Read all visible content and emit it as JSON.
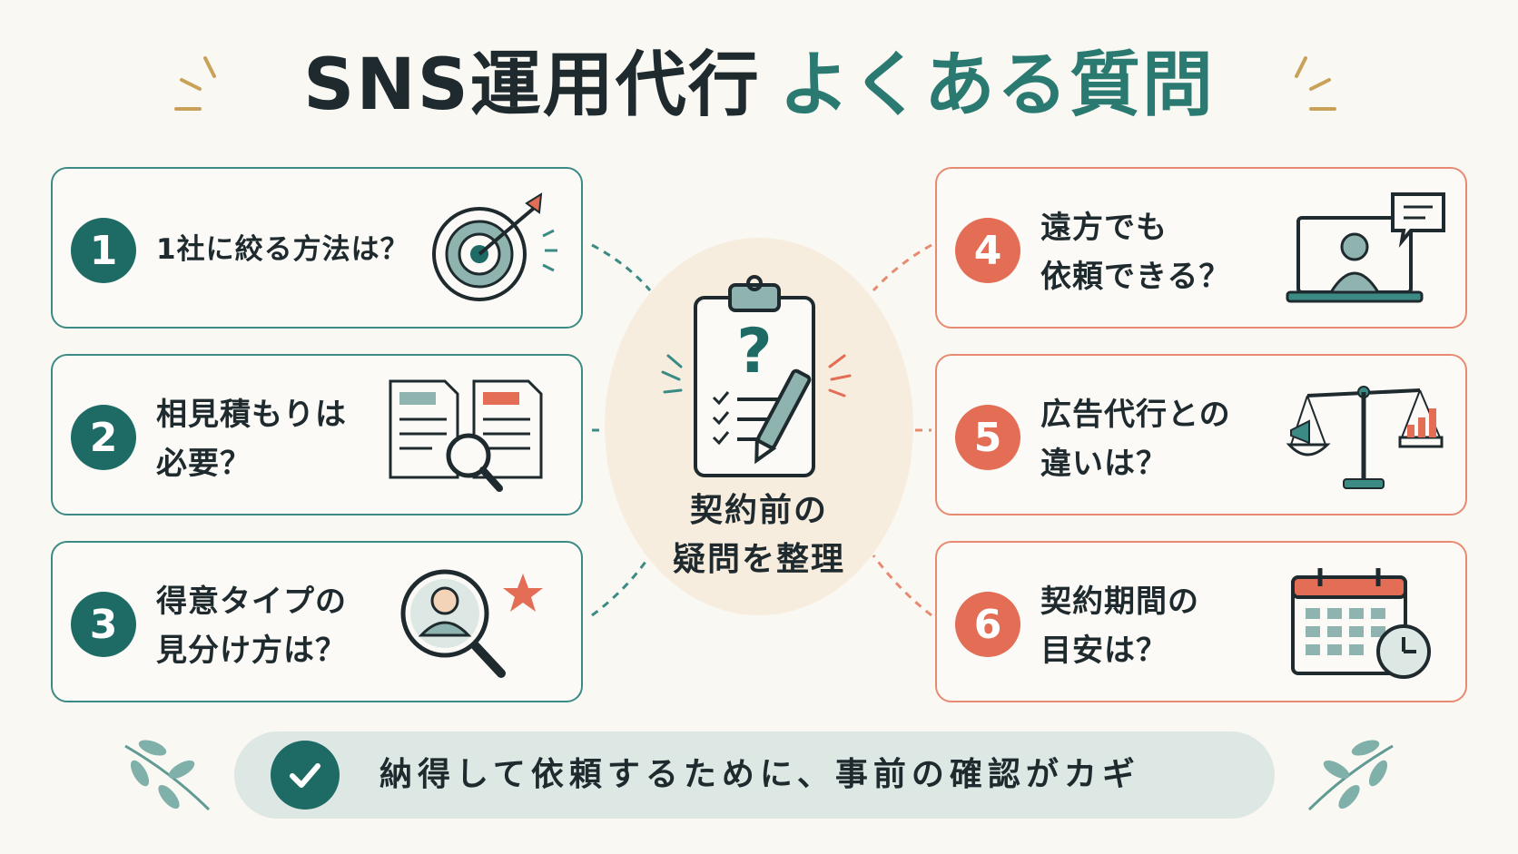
{
  "title": {
    "part1": "SNS運用代行",
    "part2": "よくある質問"
  },
  "center": {
    "line1": "契約前の",
    "line2": "疑問を整理"
  },
  "questions_left": [
    {
      "number": "1",
      "line1": "1社に絞る方法は？",
      "line2": ""
    },
    {
      "number": "2",
      "line1": "相見積もりは",
      "line2": "必要？"
    },
    {
      "number": "3",
      "line1": "得意タイプの",
      "line2": "見分け方は？"
    }
  ],
  "questions_right": [
    {
      "number": "4",
      "line1": "遠方でも",
      "line2": "依頼できる？"
    },
    {
      "number": "5",
      "line1": "広告代行との",
      "line2": "違いは？"
    },
    {
      "number": "6",
      "line1": "契約期間の",
      "line2": "目安は？"
    }
  ],
  "footer": {
    "text": "納得して依頼するために、事前の確認がカギ"
  },
  "colors": {
    "teal": "#1e6b66",
    "coral": "#e36d55",
    "background": "#faf8f3",
    "accent_gold": "#c9a25a"
  },
  "icons": [
    "target-icon",
    "documents-magnifier-icon",
    "profile-search-star-icon",
    "laptop-chat-icon",
    "balance-scale-icon",
    "calendar-clock-icon",
    "clipboard-question-icon",
    "check-icon",
    "leaf-icon"
  ]
}
